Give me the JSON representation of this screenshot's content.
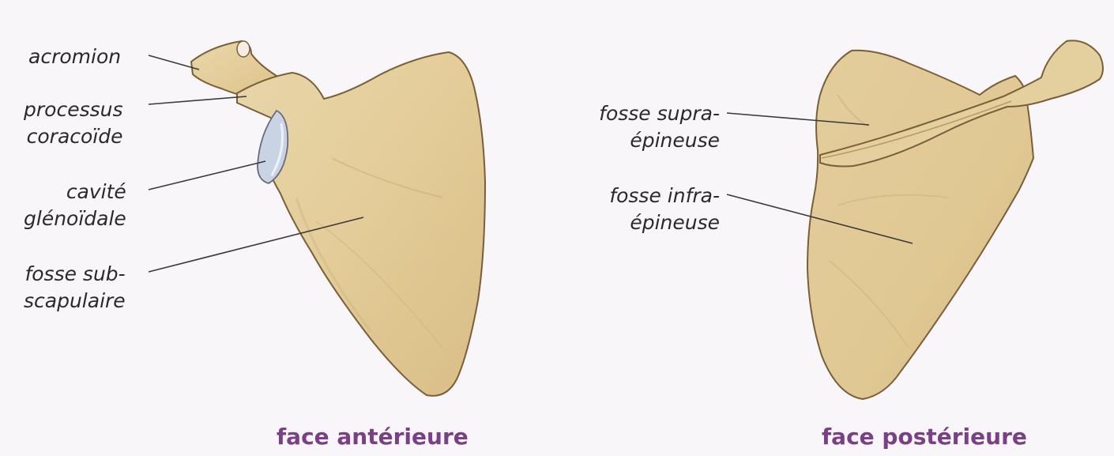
{
  "anterior": {
    "caption": "face antérieure",
    "labels": {
      "acromion": [
        "acromion"
      ],
      "coracoid": [
        "processus",
        "coracoïde"
      ],
      "glenoid": [
        "cavité",
        "glénoïdale"
      ],
      "subscapular": [
        "fosse sub-",
        "scapulaire"
      ]
    }
  },
  "posterior": {
    "caption": "face postérieure",
    "labels": {
      "supraspinous": [
        "fosse supra-",
        "épineuse"
      ],
      "infraspinous": [
        "fosse infra-",
        "épineuse"
      ]
    }
  },
  "colors": {
    "bone": "#e6d2a4",
    "bone_shadow": "#cdb17c",
    "outline": "#7a5e3a",
    "cartilage": "#c8d4e4",
    "caption": "#7a3f86",
    "leader": "#3a3a3a"
  }
}
